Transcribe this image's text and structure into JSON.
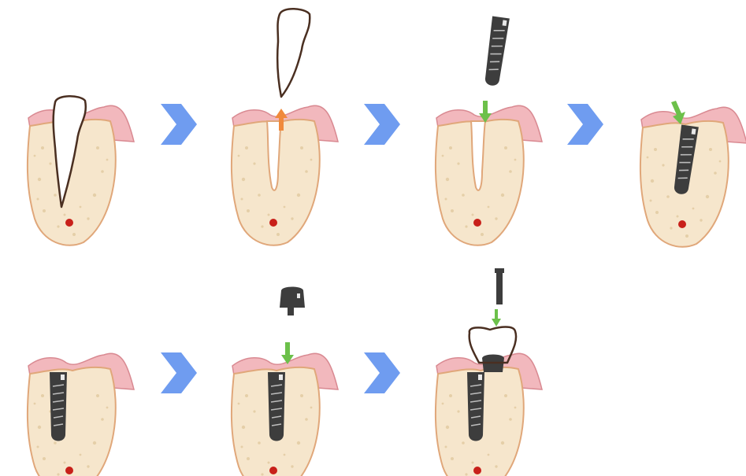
{
  "diagram": {
    "rows": 2,
    "steps": [
      {
        "id": "step-1",
        "shows": "natural-tooth-in-bone"
      },
      {
        "id": "step-2",
        "shows": "tooth-extraction",
        "arrow": "up",
        "arrow_color": "#f08a3c"
      },
      {
        "id": "step-3",
        "shows": "implant-insertion",
        "arrow": "down",
        "arrow_color": "#6cc04a"
      },
      {
        "id": "step-4",
        "shows": "implant-seated",
        "arrow": "down",
        "arrow_color": "#6cc04a"
      },
      {
        "id": "step-5",
        "shows": "implant-healed-in-bone"
      },
      {
        "id": "step-6",
        "shows": "abutment-placement",
        "arrow": "down",
        "arrow_color": "#6cc04a"
      },
      {
        "id": "step-7",
        "shows": "crown-and-screw-placement",
        "arrow": "down",
        "arrow_color": "#6cc04a"
      }
    ],
    "connector_icon": "chevron-right-icon",
    "colors": {
      "gum": "#f2b8bd",
      "bone": "#f6e6cc",
      "bone_outline": "#e0a77a",
      "nerve": "#c8201a",
      "implant": "#3d3d3d",
      "chevron": "#6f9cf0",
      "extract_arrow": "#f08a3c",
      "insert_arrow": "#6cc04a"
    }
  }
}
